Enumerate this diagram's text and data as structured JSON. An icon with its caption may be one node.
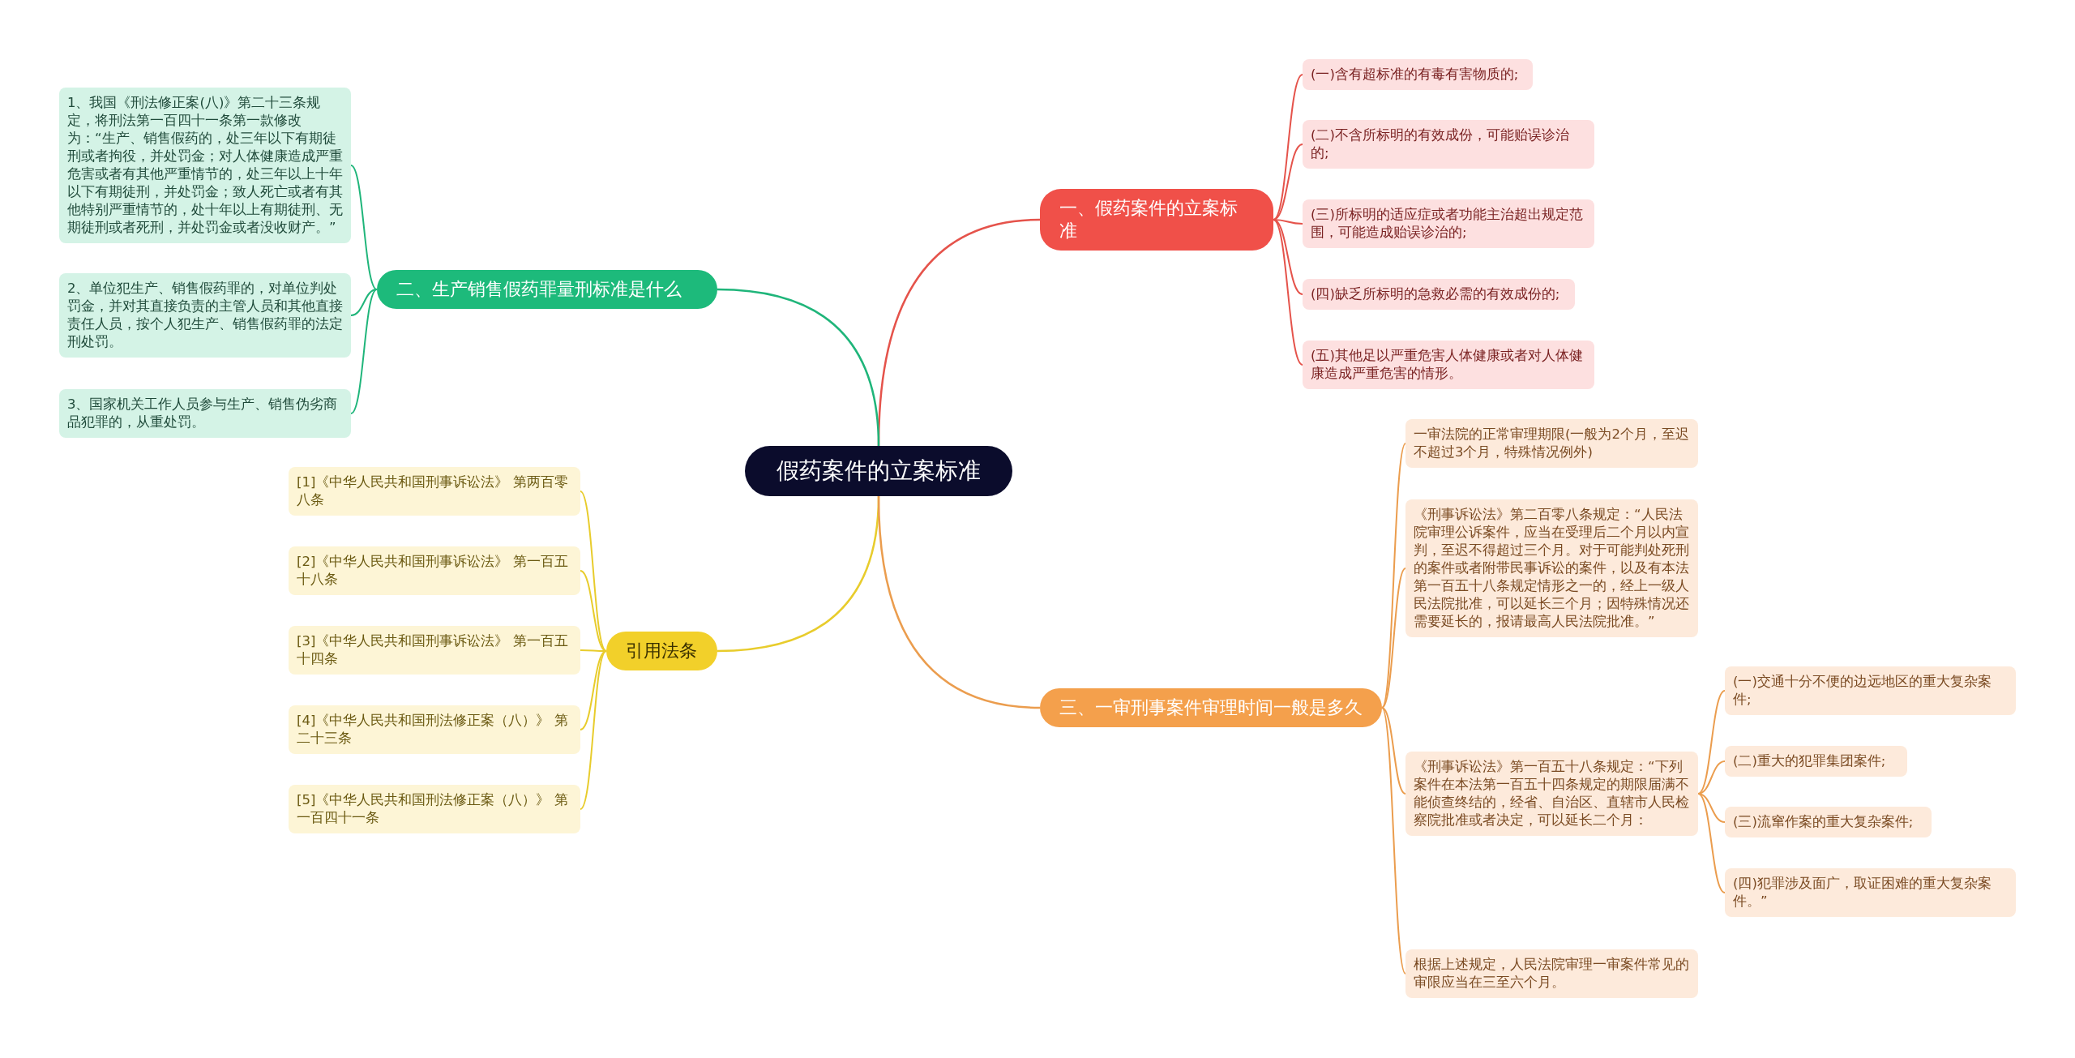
{
  "diagram": {
    "nodes": [
      {
        "text": [
          "假药案件的立案标准"
        ]
      },
      {
        "text": [
          "一、假药案件的立案标准"
        ]
      },
      {
        "text": [
          "(一)含有超标准的有毒有害物质的;"
        ]
      },
      {
        "text": [
          "(二)不含所标明的有效成份，可能贻误诊治的;"
        ]
      },
      {
        "text": [
          "(三)所标明的适应症或者功能主治超出规定范围，可能造成贻误诊治的;"
        ]
      },
      {
        "text": [
          "(四)缺乏所标明的急救必需的有效成份的;"
        ]
      },
      {
        "text": [
          "(五)其他足以严重危害人体健康或者对人体健康造成严重危害的情形。"
        ]
      },
      {
        "text": [
          "二、生产销售假药罪量刑标准是什么"
        ]
      },
      {
        "text": [
          "1、我国《刑法修正案(八)》第二十三条规定，将刑法第一百四十一条第一款修改为：“生产、销售假药的，处三年以下有期徒刑或者拘役，并处罚金；对人体健康造成严重危害或者有其他严重情节的，处三年以上十年以下有期徒刑，并处罚金；致人死亡或者有其他特别严重情节的，处十年以上有期徒刑、无期徒刑或者死刑，并处罚金或者没收财产。”"
        ]
      },
      {
        "text": [
          "2、单位犯生产、销售假药罪的，对单位判处罚金，并对其直接负责的主管人员和其他直接责任人员，按个人犯生产、销售假药罪的法定刑处罚。"
        ]
      },
      {
        "text": [
          "3、国家机关工作人员参与生产、销售伪劣商品犯罪的，从重处罚。"
        ]
      },
      {
        "text": [
          "引用法条"
        ]
      },
      {
        "text": [
          "[1]《中华人民共和国刑事诉讼法》 第两百零八条"
        ]
      },
      {
        "text": [
          "[2]《中华人民共和国刑事诉讼法》 第一百五十八条"
        ]
      },
      {
        "text": [
          "[3]《中华人民共和国刑事诉讼法》 第一百五十四条"
        ]
      },
      {
        "text": [
          "[4]《中华人民共和国刑法修正案（八）》 第二十三条"
        ]
      },
      {
        "text": [
          "[5]《中华人民共和国刑法修正案（八）》 第一百四十一条"
        ]
      },
      {
        "text": [
          "三、一审刑事案件审理时间一般是多久"
        ]
      },
      {
        "text": [
          "一审法院的正常审理期限(一般为2个月，至迟不超过3个月，特殊情况例外)"
        ]
      },
      {
        "text": [
          "《刑事诉讼法》第二百零八条规定：“人民法院审理公诉案件，应当在受理后二个月以内宣判，至迟不得超过三个月。对于可能判处死刑的案件或者附带民事诉讼的案件，以及有本法第一百五十八条规定情形之一的，经上一级人民法院批准，可以延长三个月；因特殊情况还需要延长的，报请最高人民法院批准。”"
        ]
      },
      {
        "text": [
          "《刑事诉讼法》第一百五十八条规定：“下列案件在本法第一百五十四条规定的期限届满不能侦查终结的，经省、自治区、直辖市人民检察院批准或者决定，可以延长二个月："
        ]
      },
      {
        "text": [
          "根据上述规定，人民法院审理一审案件常见的审限应当在三至六个月。"
        ]
      },
      {
        "text": [
          "(一)交通十分不便的边远地区的重大复杂案件;"
        ]
      },
      {
        "text": [
          "(二)重大的犯罪集团案件;"
        ]
      },
      {
        "text": [
          "(三)流窜作案的重大复杂案件;"
        ]
      },
      {
        "text": [
          "(四)犯罪涉及面广，取证困难的重大复杂案件。”"
        ]
      }
    ],
    "edges": [
      {
        "from": 0,
        "to": 1,
        "arrow": "none",
        "color": "#e5534b"
      },
      {
        "from": 1,
        "to": 2,
        "arrow": "none",
        "color": "#e5534b"
      },
      {
        "from": 1,
        "to": 3,
        "arrow": "none",
        "color": "#e5534b"
      },
      {
        "from": 1,
        "to": 4,
        "arrow": "none",
        "color": "#e5534b"
      },
      {
        "from": 1,
        "to": 5,
        "arrow": "none",
        "color": "#e5534b"
      },
      {
        "from": 1,
        "to": 6,
        "arrow": "none",
        "color": "#e5534b"
      },
      {
        "from": 0,
        "to": 7,
        "arrow": "none",
        "color": "#1fb57a"
      },
      {
        "from": 7,
        "to": 8,
        "arrow": "none",
        "color": "#1fb57a"
      },
      {
        "from": 7,
        "to": 9,
        "arrow": "none",
        "color": "#1fb57a"
      },
      {
        "from": 7,
        "to": 10,
        "arrow": "none",
        "color": "#1fb57a"
      },
      {
        "from": 0,
        "to": 11,
        "arrow": "none",
        "color": "#e8cc2c"
      },
      {
        "from": 11,
        "to": 12,
        "arrow": "none",
        "color": "#e8cc2c"
      },
      {
        "from": 11,
        "to": 13,
        "arrow": "none",
        "color": "#e8cc2c"
      },
      {
        "from": 11,
        "to": 14,
        "arrow": "none",
        "color": "#e8cc2c"
      },
      {
        "from": 11,
        "to": 15,
        "arrow": "none",
        "color": "#e8cc2c"
      },
      {
        "from": 11,
        "to": 16,
        "arrow": "none",
        "color": "#e8cc2c"
      },
      {
        "from": 0,
        "to": 17,
        "arrow": "none",
        "color": "#eb9d4e"
      },
      {
        "from": 17,
        "to": 18,
        "arrow": "none",
        "color": "#eb9d4e"
      },
      {
        "from": 17,
        "to": 19,
        "arrow": "none",
        "color": "#eb9d4e"
      },
      {
        "from": 17,
        "to": 20,
        "arrow": "none",
        "color": "#eb9d4e"
      },
      {
        "from": 17,
        "to": 21,
        "arrow": "none",
        "color": "#eb9d4e"
      },
      {
        "from": 20,
        "to": 22,
        "arrow": "none",
        "color": "#eb9d4e"
      },
      {
        "from": 20,
        "to": 23,
        "arrow": "none",
        "color": "#eb9d4e"
      },
      {
        "from": 20,
        "to": 24,
        "arrow": "none",
        "color": "#eb9d4e"
      },
      {
        "from": 20,
        "to": 25,
        "arrow": "none",
        "color": "#eb9d4e"
      }
    ]
  }
}
